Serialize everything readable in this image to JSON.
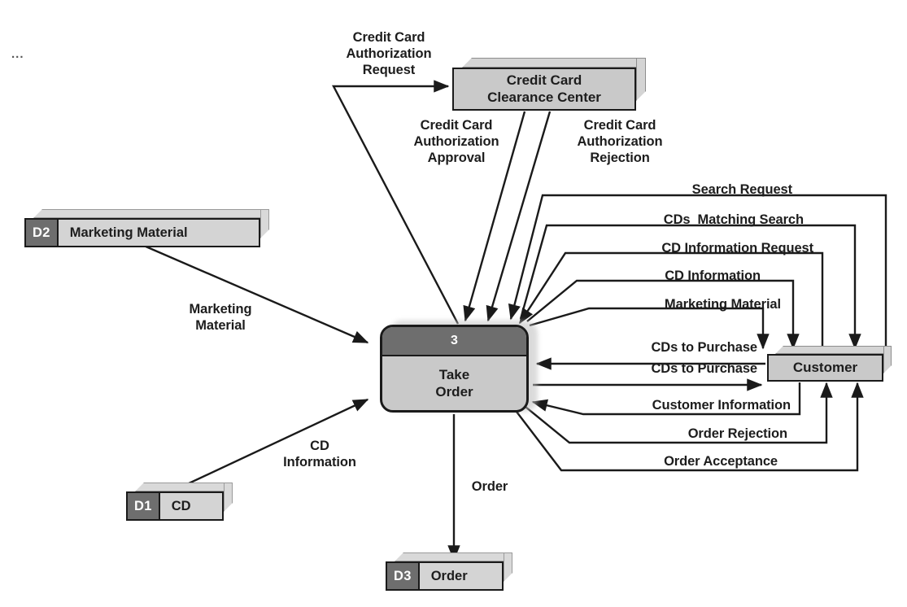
{
  "diagram": {
    "title": "Take Order Data Flow Diagram",
    "corner_mark": "...",
    "colors": {
      "background": "#ffffff",
      "line": "#1a1a1a",
      "process_header": "#6e6e6e",
      "process_body": "#c9c9c9",
      "entity_fill": "#c9c9c9",
      "store_id_fill": "#6e6e6e",
      "store_name_fill": "#d4d4d4",
      "shadow": "#bdbdbd",
      "text": "#1d1d1d",
      "inverse_text": "#ffffff"
    }
  },
  "process": {
    "number": "3",
    "name": "Take\nOrder"
  },
  "entities": [
    {
      "id": "credit-card-clearance-center",
      "label": "Credit Card\nClearance Center"
    },
    {
      "id": "customer",
      "label": "Customer"
    }
  ],
  "data_stores": [
    {
      "id": "D2",
      "name": "Marketing Material"
    },
    {
      "id": "D1",
      "name": "CD"
    },
    {
      "id": "D3",
      "name": "Order"
    }
  ],
  "flows": [
    {
      "id": "cc-auth-request",
      "label": "Credit Card\nAuthorization\nRequest",
      "from": "Take Order",
      "to": "Credit Card Clearance Center"
    },
    {
      "id": "cc-auth-approval",
      "label": "Credit Card\nAuthorization\nApproval",
      "from": "Credit Card Clearance Center",
      "to": "Take Order"
    },
    {
      "id": "cc-auth-rejection",
      "label": "Credit Card\nAuthorization\nRejection",
      "from": "Credit Card Clearance Center",
      "to": "Take Order"
    },
    {
      "id": "search-request",
      "label": "Search Request",
      "from": "Customer",
      "to": "Take Order"
    },
    {
      "id": "cds-matching-search",
      "label": "CDs  Matching Search",
      "from": "Take Order",
      "to": "Customer"
    },
    {
      "id": "cd-information-request",
      "label": "CD Information Request",
      "from": "Customer",
      "to": "Take Order"
    },
    {
      "id": "cd-information-out",
      "label": "CD Information",
      "from": "Take Order",
      "to": "Customer"
    },
    {
      "id": "marketing-material-out",
      "label": "Marketing Material",
      "from": "Take Order",
      "to": "Customer"
    },
    {
      "id": "cds-to-purchase-in",
      "label": "CDs to Purchase",
      "from": "Customer",
      "to": "Take Order"
    },
    {
      "id": "cds-to-purchase-out",
      "label": "CDs to Purchase",
      "from": "Take Order",
      "to": "Customer"
    },
    {
      "id": "customer-information",
      "label": "Customer Information",
      "from": "Customer",
      "to": "Take Order"
    },
    {
      "id": "order-rejection",
      "label": "Order Rejection",
      "from": "Take Order",
      "to": "Customer"
    },
    {
      "id": "order-acceptance",
      "label": "Order Acceptance",
      "from": "Take Order",
      "to": "Customer"
    },
    {
      "id": "marketing-material-store",
      "label": "Marketing\nMaterial",
      "from": "D2 Marketing Material",
      "to": "Take Order"
    },
    {
      "id": "cd-information-store",
      "label": "CD\nInformation",
      "from": "D1 CD",
      "to": "Take Order"
    },
    {
      "id": "order-store",
      "label": "Order",
      "from": "Take Order",
      "to": "D3 Order"
    }
  ]
}
